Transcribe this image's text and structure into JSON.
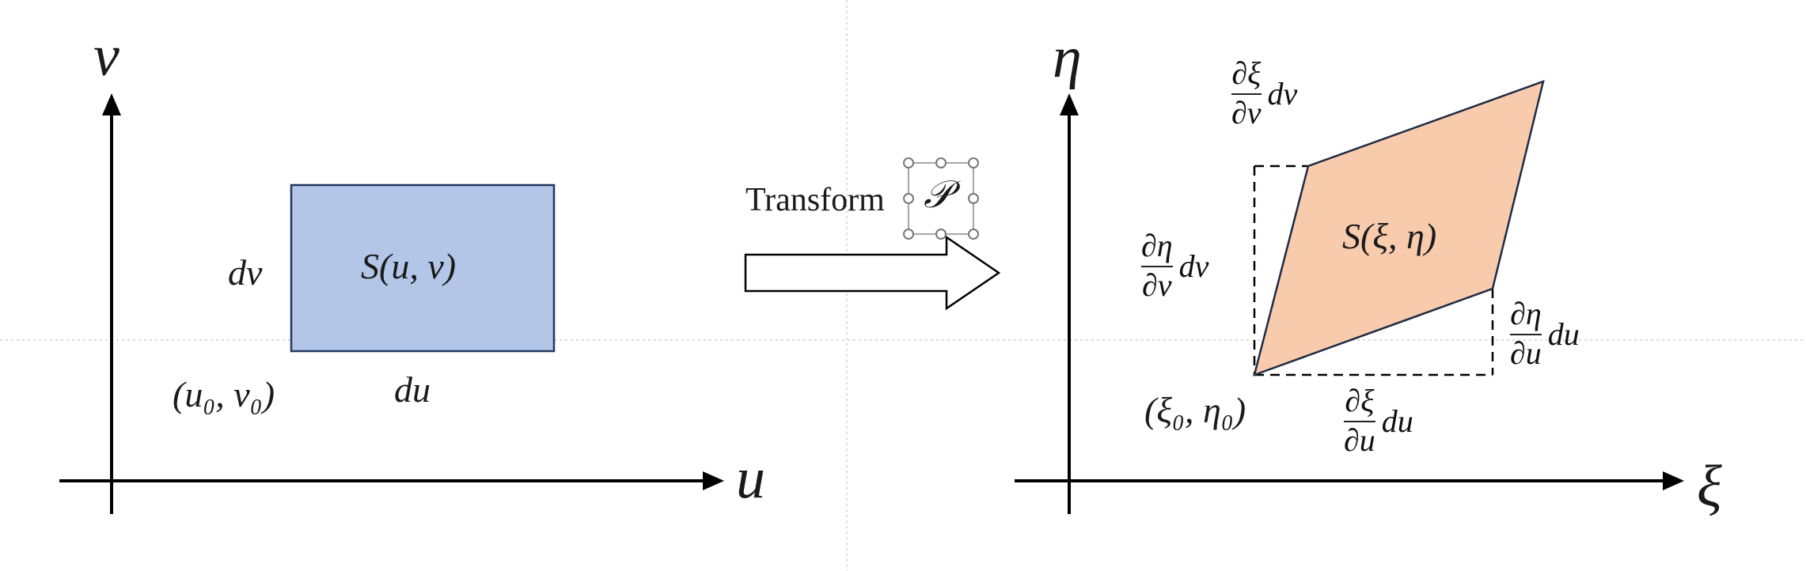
{
  "left_panel": {
    "x_axis_label": "u",
    "y_axis_label": "v",
    "region_label": "S(u, v)",
    "width_label": "du",
    "height_label": "dv",
    "origin_label": "(u₀, v₀)",
    "region_fill": "#b4c6e7",
    "region_stroke": "#1f3864"
  },
  "transform": {
    "label": "Transform",
    "symbol": "𝒫"
  },
  "right_panel": {
    "x_axis_label": "ξ",
    "y_axis_label": "η",
    "region_label": "S(ξ, η)",
    "origin_label": "(ξ₀, η₀)",
    "region_fill": "#f8cbad",
    "region_stroke": "#1f2a44",
    "label_xi_v": {
      "numerator": "∂ξ",
      "denominator": "∂v",
      "differential": "dv"
    },
    "label_eta_v": {
      "numerator": "∂η",
      "denominator": "∂v",
      "differential": "dv"
    },
    "label_eta_u": {
      "numerator": "∂η",
      "denominator": "∂u",
      "differential": "du"
    },
    "label_xi_u": {
      "numerator": "∂ξ",
      "denominator": "∂u",
      "differential": "du"
    }
  }
}
